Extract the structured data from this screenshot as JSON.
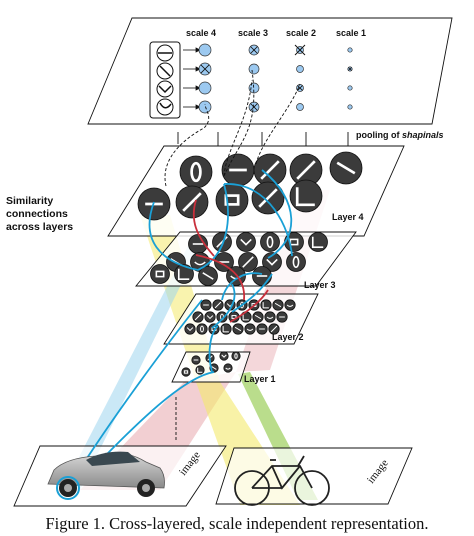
{
  "figure": {
    "scale_labels": [
      "scale 4",
      "scale 3",
      "scale 2",
      "scale 1"
    ],
    "pooling_label_prefix": "pooling of ",
    "pooling_label_emph": "shapinals",
    "similarity_label": [
      "Similarity",
      "connections",
      "across layers"
    ],
    "layer_labels": [
      "Layer 4",
      "Layer 3",
      "Layer 2",
      "Layer 1"
    ],
    "image_labels": [
      "image",
      "image"
    ],
    "colors": {
      "node_fill": "#3b3b3b",
      "connection_blue": "#1aa0d6",
      "connection_red": "#c9303c",
      "beam_yellow": "#f4ea6c",
      "beam_green": "#8cc63f",
      "beam_pink": "#e7a7ad",
      "pool_node": "#9cc9f0"
    }
  },
  "caption": "Figure 1. Cross-layered, scale independent representation."
}
